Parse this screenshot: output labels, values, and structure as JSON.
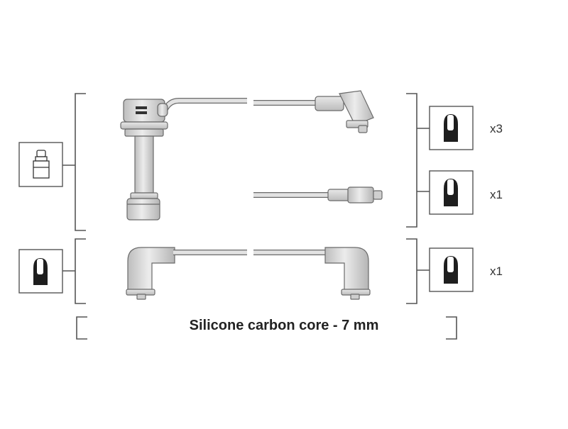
{
  "colors": {
    "line": "#555555",
    "part_fill": "#d8d8d8",
    "part_stroke": "#6a6a6a",
    "icon_dark": "#1e1e1e"
  },
  "icons": {
    "left_upper": "connector-straight-icon",
    "left_lower": "terminal-boot-icon",
    "right_boxes": "terminal-boot-icon"
  },
  "quantities": {
    "row1": "x3",
    "row2": "x1",
    "row3": "x1"
  },
  "caption": "Silicone carbon core - 7 mm"
}
